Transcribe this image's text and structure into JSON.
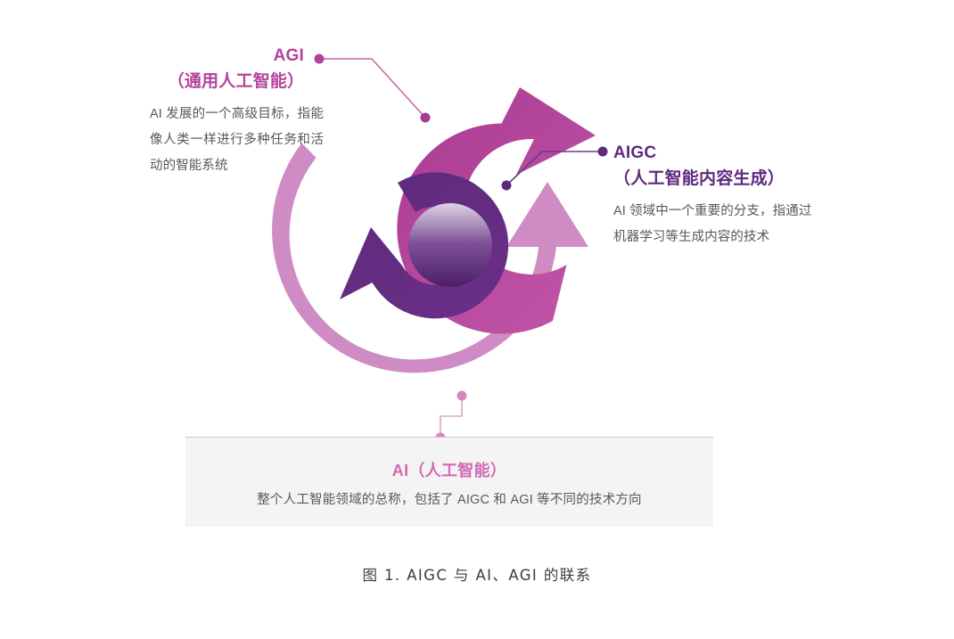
{
  "figure": {
    "caption": "图 1. AIGC 与 AI、AGI 的联系"
  },
  "callouts": {
    "agi": {
      "title_line1": "AGI",
      "title_line2": "（通用人工智能）",
      "body": "AI 发展的一个高级目标，指能像人类一样进行多种任务和活动的智能系统",
      "title_color": "#b5439b",
      "dot_color": "#b5439b",
      "connector_color": "#c06bad"
    },
    "aigc": {
      "title_line1": "AIGC",
      "title_line2": "（人工智能内容生成）",
      "body": "AI 领域中一个重要的分支，指通过机器学习等生成内容的技术",
      "title_color": "#5f2a7d",
      "dot_color": "#5f2a7d",
      "connector_color": "#6d3a86"
    },
    "ai": {
      "title": "AI（人工智能）",
      "body": "整个人工智能领域的总称，包括了 AIGC 和 AGI 等不同的技术方向",
      "title_color": "#d269b4",
      "panel_bg": "#f4f4f4",
      "panel_border_color": "#e0b9d6",
      "dot_color": "#d08ac2",
      "connector_color": "#d9a8cd"
    }
  },
  "graphic": {
    "name": "three-ring-cycle-arrows",
    "rings": [
      {
        "name": "outer-arc-arrow",
        "label_ref": "AI",
        "color": "#cf8cc4",
        "points_to": "AI (人工智能)"
      },
      {
        "name": "middle-arc-arrow",
        "label_ref": "AGI",
        "color": "#b5439b",
        "points_to": "AGI (通用人工智能)"
      },
      {
        "name": "inner-arc-arrow",
        "label_ref": "AIGC",
        "color": "#5f2a7d",
        "points_to": "AIGC (人工智能内容生成)"
      }
    ],
    "core": {
      "name": "center-sphere",
      "gradient_top": "#d9cbe2",
      "gradient_bottom": "#4f2168"
    },
    "background": "#ffffff"
  }
}
